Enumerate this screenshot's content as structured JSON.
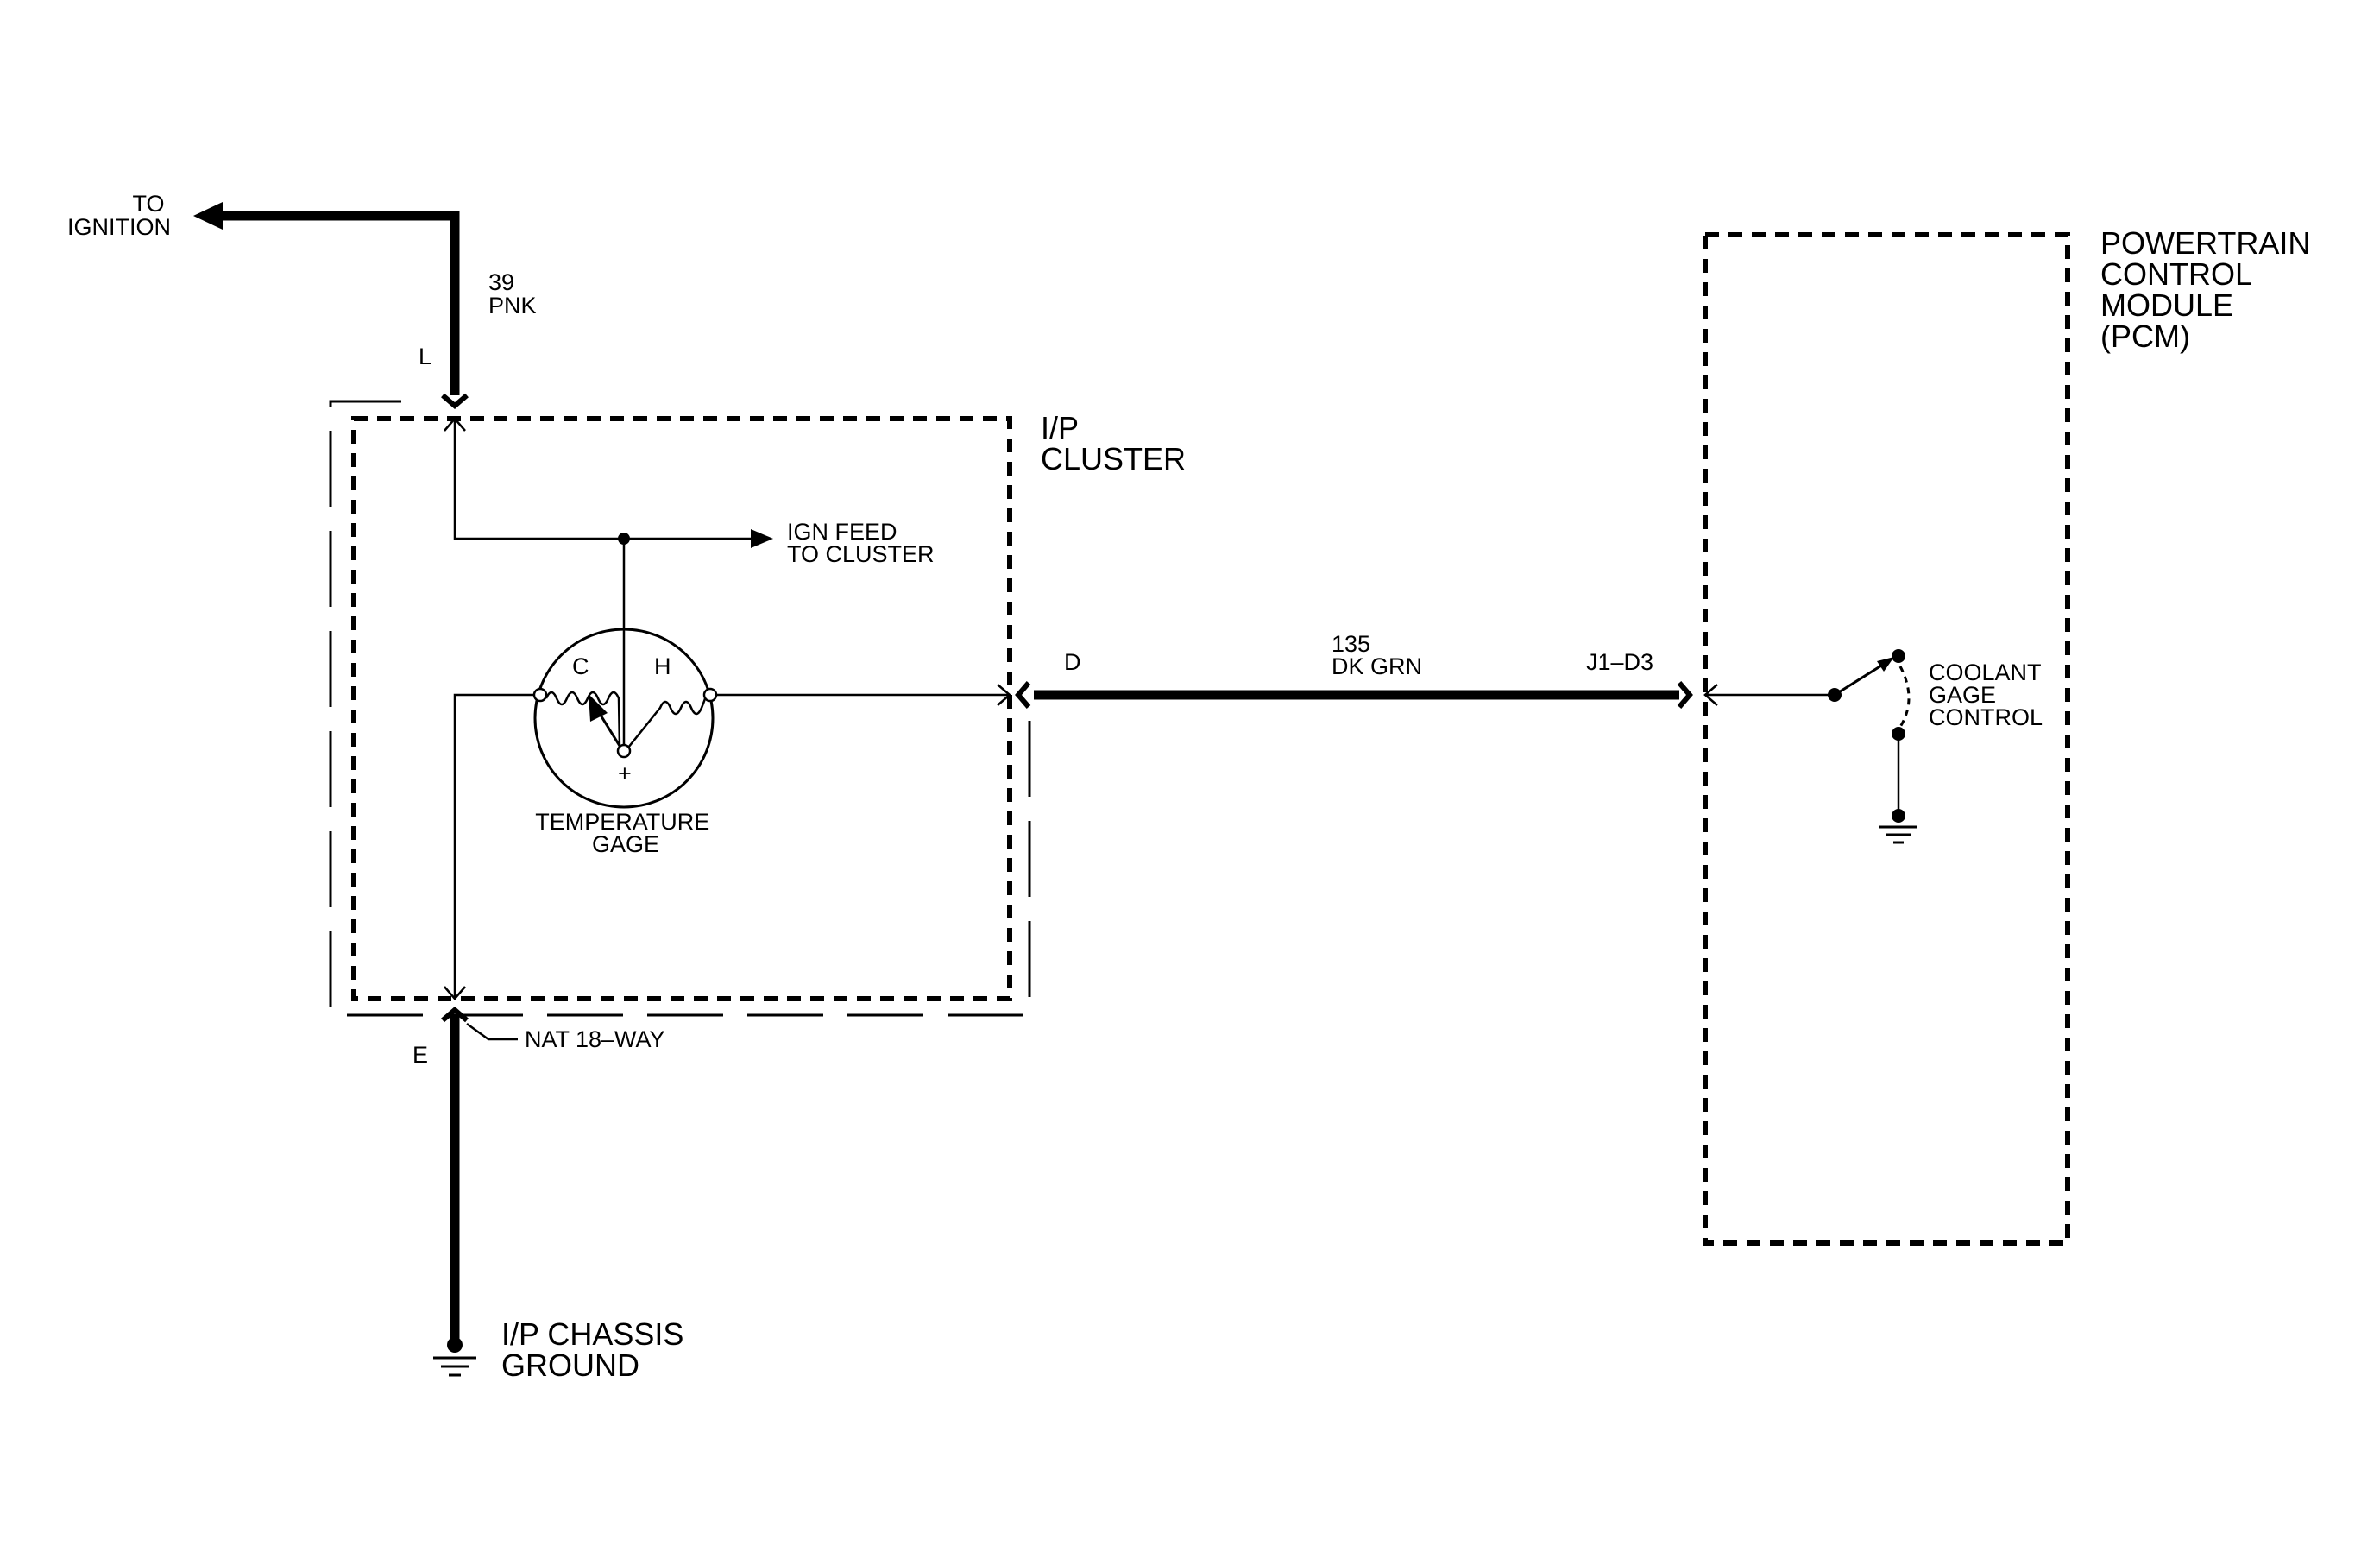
{
  "labels": {
    "to_ignition": [
      "TO",
      "IGNITION"
    ],
    "circuit_39": [
      "39",
      "PNK"
    ],
    "pin_l": "L",
    "ip_cluster": [
      "I/P",
      "CLUSTER"
    ],
    "ign_feed": [
      "IGN FEED",
      "TO CLUSTER"
    ],
    "gage_c": "C",
    "gage_h": "H",
    "gage_plus": "+",
    "temperature_gage": [
      "TEMPERATURE",
      "GAGE"
    ],
    "pin_d": "D",
    "circuit_135": [
      "135",
      "DK GRN"
    ],
    "pin_j1_d3": "J1–D3",
    "pcm": [
      "POWERTRAIN",
      "CONTROL",
      "MODULE",
      "(PCM)"
    ],
    "coolant_gage_control": [
      "COOLANT",
      "GAGE",
      "CONTROL"
    ],
    "connector": "NAT  18–WAY",
    "pin_e": "E",
    "ip_chassis_ground": [
      "I/P CHASSIS",
      "GROUND"
    ]
  },
  "colors": {
    "wire": "#000000",
    "background": "#ffffff"
  }
}
